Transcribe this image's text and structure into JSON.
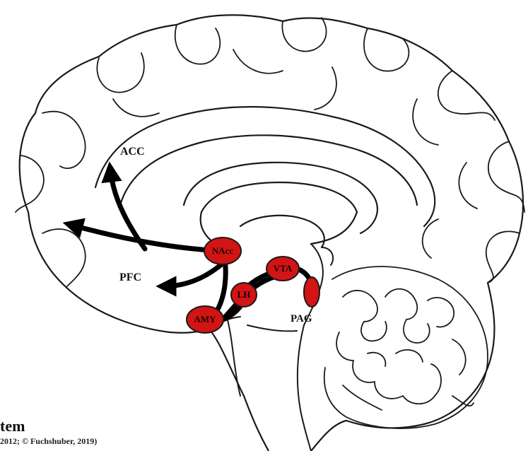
{
  "labels": {
    "acc": "ACC",
    "pfc": "PFC",
    "pag_outer": "PAG"
  },
  "regions": {
    "nacc": "NAcc",
    "vta": "VTA",
    "lh": "LH",
    "amy": "AMY"
  },
  "caption": {
    "title": "tem",
    "citation": "2012; © Fuchshuber, 2019)"
  },
  "colors": {
    "region_fill": "#d21414",
    "outline": "#1a1a1a",
    "arrow": "#000000"
  }
}
